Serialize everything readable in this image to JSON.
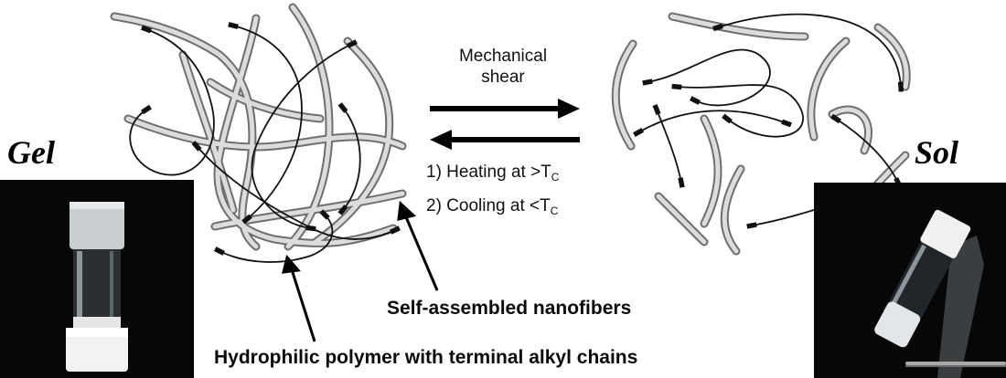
{
  "labels": {
    "gel": "Gel",
    "sol": "Sol",
    "forward_process": "Mechanical shear",
    "reverse_step_1": "1) Heating at >T",
    "reverse_step_2": "2) Cooling at <T",
    "temperature_subscript": "C",
    "nanofiber_annotation": "Self-assembled nanofibers",
    "polymer_annotation": "Hydrophilic polymer with terminal alkyl chains"
  },
  "colors": {
    "fiber_outline": "#6e6e6e",
    "fiber_fill": "#dcdcdc",
    "polymer_chain": "#111111",
    "photo_background": "#070707",
    "vial_glass": "#d9dfe3",
    "gel_contents": "#f2f2f2"
  },
  "icons": [
    "right-arrow-icon",
    "left-arrow-icon",
    "pointer-arrow-icon",
    "vial-icon"
  ]
}
